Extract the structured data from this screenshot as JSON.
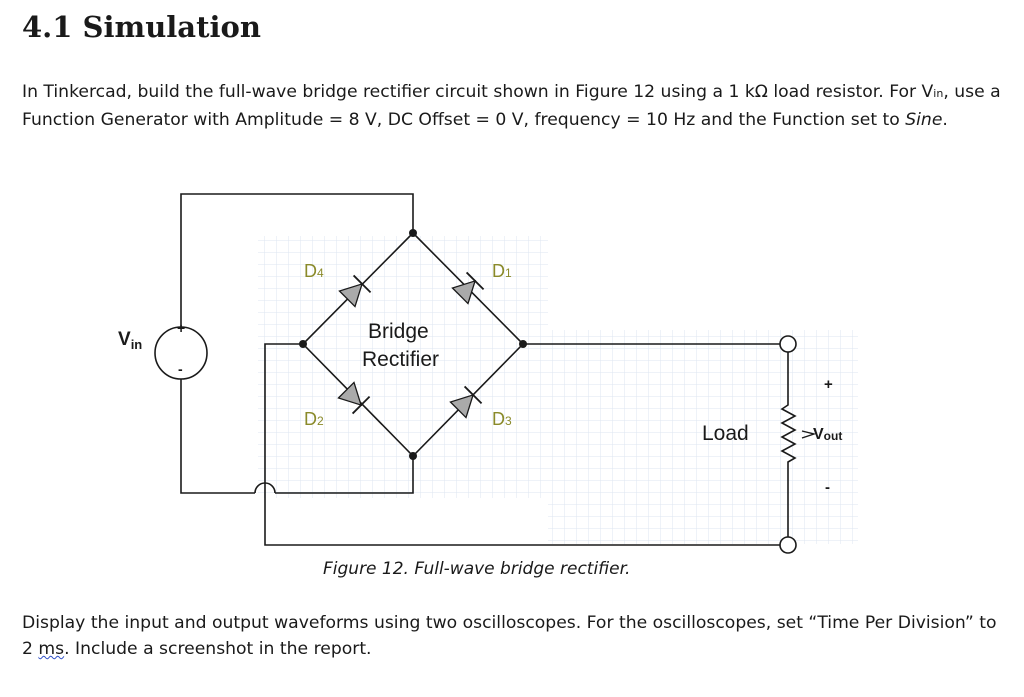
{
  "section": {
    "title": "4.1 Simulation"
  },
  "intro": {
    "part1": "In Tinkercad, build the full-wave bridge rectifier circuit shown in Figure 12 using a 1 kΩ load resistor. For V",
    "vin_sub": "in",
    "part2": ", use a Function Generator with Amplitude = 8 V, DC Offset = 0 V, frequency = 10 Hz and the Function set to ",
    "sine": "Sine",
    "end": "."
  },
  "figure": {
    "caption": "Figure 12. Full-wave bridge rectifier.",
    "bridge_line1": "Bridge",
    "bridge_line2": "Rectifier",
    "d1": "D",
    "d1_sub": "1",
    "d2": "D",
    "d2_sub": "2",
    "d3": "D",
    "d3_sub": "3",
    "d4": "D",
    "d4_sub": "4",
    "vin": "V",
    "vin_sub": "in",
    "plus": "+",
    "minus": "-",
    "load": "Load",
    "vout": "V",
    "vout_sub": "out",
    "out_plus": "+",
    "out_minus": "-"
  },
  "closing": {
    "part1": "Display the input and output waveforms using two oscilloscopes. For the oscilloscopes, set “Time Per Division” to 2 ",
    "ms": "ms",
    "part2": ". Include a screenshot in the report."
  }
}
